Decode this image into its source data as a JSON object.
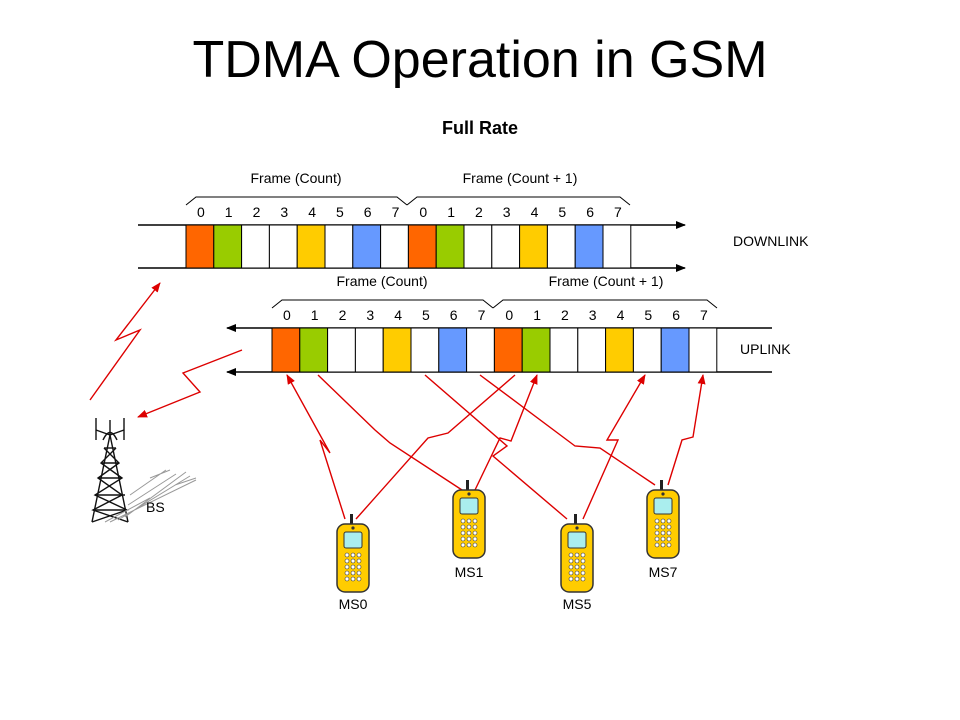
{
  "title": "TDMA Operation in GSM",
  "subtitle": "Full Rate",
  "colors": {
    "slot0": "#FF6600",
    "slot1": "#99CC00",
    "slot4": "#FFCC00",
    "slot6": "#6699FF",
    "empty": "#ffffff",
    "line": "#000000",
    "signal": "#DD0000"
  },
  "slot_numbers": [
    "0",
    "1",
    "2",
    "3",
    "4",
    "5",
    "6",
    "7"
  ],
  "downlink": {
    "label": "DOWNLINK",
    "frames": [
      "Frame (Count)",
      "Frame (Count + 1)"
    ],
    "filled_slots": [
      0,
      1,
      4,
      6
    ]
  },
  "uplink": {
    "label": "UPLINK",
    "frames": [
      "Frame (Count)",
      "Frame (Count + 1)"
    ],
    "filled_slots": [
      0,
      1,
      4,
      6
    ]
  },
  "base_station": {
    "label": "BS",
    "icon": "cell-tower-icon"
  },
  "mobile_stations": [
    {
      "label": "MS0",
      "icon": "mobile-phone-icon"
    },
    {
      "label": "MS1",
      "icon": "mobile-phone-icon"
    },
    {
      "label": "MS5",
      "icon": "mobile-phone-icon"
    },
    {
      "label": "MS7",
      "icon": "mobile-phone-icon"
    }
  ]
}
